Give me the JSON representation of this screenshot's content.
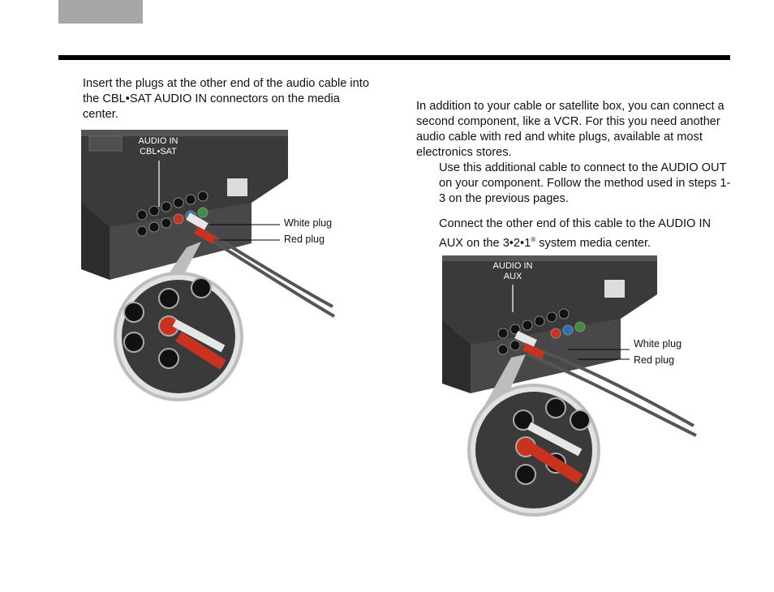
{
  "step_left": {
    "text": "Insert the plugs at the other end of the audio cable into the CBL•SAT AUDIO IN connectors on the media center."
  },
  "intro_right": {
    "text": "In addition to your cable or satellite box, you can connect a second component, like a VCR. For this you need another audio cable with red and white plugs, available at most electronics stores."
  },
  "step_right_1": {
    "text": "Use this additional cable to connect to the AUDIO OUT on your component. Follow the method used in steps 1-3 on the previous pages."
  },
  "step_right_2": {
    "text_before": "Connect the other end of this cable to the AUDIO IN AUX on the 3•2•1",
    "superscript": "®",
    "text_after": " system media center."
  },
  "figure_left": {
    "jack_label_line1": "AUDIO IN",
    "jack_label_line2": "CBL•SAT",
    "white_plug_label": "White plug",
    "red_plug_label": "Red plug"
  },
  "figure_right": {
    "jack_label_line1": "AUDIO IN",
    "jack_label_line2": "AUX",
    "white_plug_label": "White plug",
    "red_plug_label": "Red plug"
  },
  "colors": {
    "header_block": "#a7a7a7",
    "rule": "#000000",
    "device_body": "#3a3a3a",
    "plug_red": "#c8321e",
    "plug_white": "#e6e6e6"
  }
}
